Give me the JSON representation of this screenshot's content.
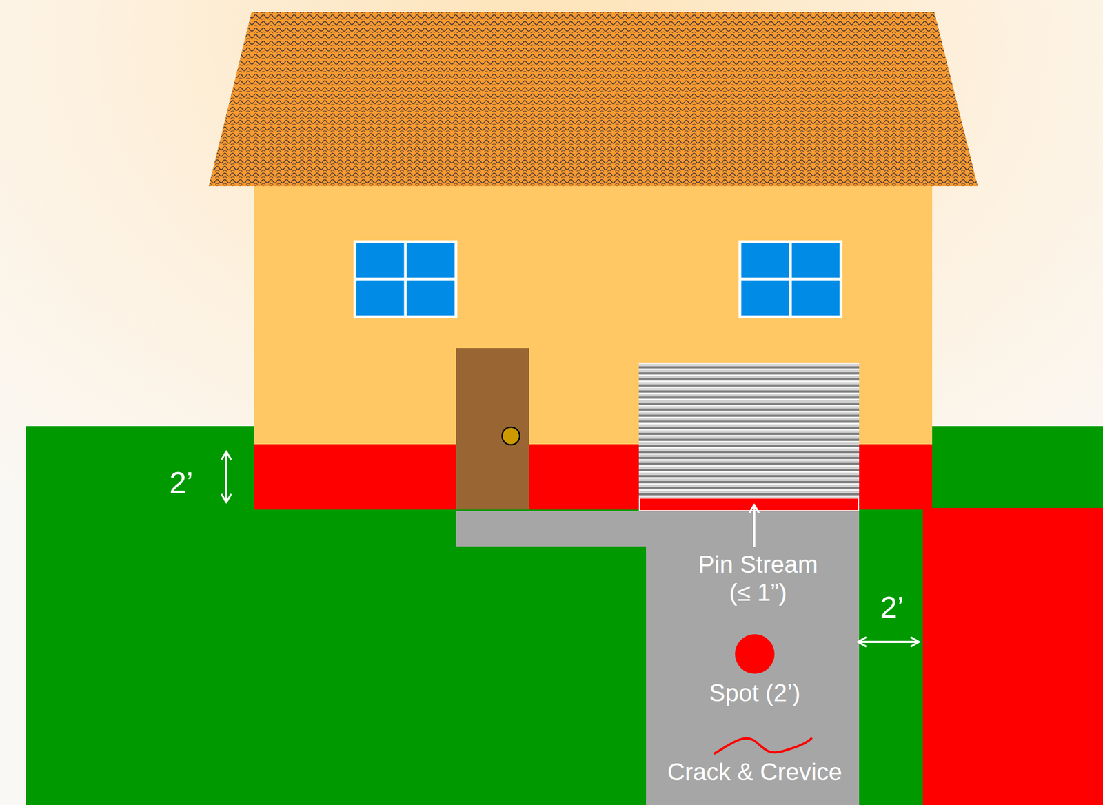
{
  "diagram": {
    "labels": [
      "2’",
      "Pin Stream (≤ 1”)",
      "2’",
      "Spot (2’)",
      "Crack & Crevice"
    ]
  }
}
